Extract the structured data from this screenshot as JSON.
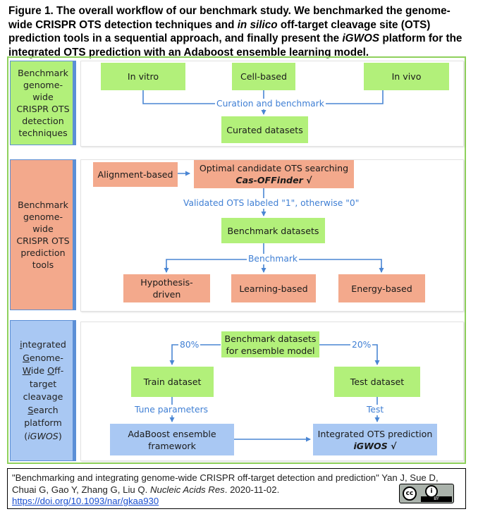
{
  "caption": {
    "part1": "Figure 1. The overall workflow of our benchmark study. We benchmarked the genome-wide CRISPR OTS detection techniques and ",
    "italic1": "in silico",
    "part2": " off-target cleavage site (OTS) prediction tools in a sequential approach, and finally present the ",
    "italic2": "iGWOS",
    "part3": " platform for the integrated OTS prediction with an Adaboost ensemble learning model."
  },
  "sections": {
    "detection": {
      "label": "Benchmark genome-wide CRISPR OTS detection techniques",
      "color": "#b2f07a"
    },
    "prediction": {
      "label": "Benchmark genome-wide CRISPR OTS prediction tools",
      "color": "#f3a98c"
    },
    "igwos": {
      "lines": [
        {
          "u": "i",
          "r": "ntegrated"
        },
        {
          "u": "G",
          "r": "enome-"
        },
        {
          "u": "W",
          "r": "ide ",
          "u2": "O",
          "r2": "ff-"
        },
        {
          "r": "target"
        },
        {
          "r": "cleavage"
        },
        {
          "u": "S",
          "r": "earch"
        },
        {
          "r": "platform"
        },
        {
          "r": "(",
          "it": "iGWOS",
          "r2": ")"
        }
      ],
      "color": "#a9c8f3"
    }
  },
  "nodes": {
    "in_vitro": "In vitro",
    "cell_based": "Cell-based",
    "in_vivo": "In vivo",
    "curated_datasets": "Curated datasets",
    "alignment_based": "Alignment-based",
    "ots_search_title": "Optimal candidate OTS searching",
    "ots_search_tool": "Cas-OFFinder √",
    "benchmark_datasets": "Benchmark datasets",
    "hypothesis_driven": "Hypothesis-driven",
    "learning_based": "Learning-based",
    "energy_based": "Energy-based",
    "ensemble_datasets": "Benchmark datasets for ensemble model",
    "train_dataset": "Train dataset",
    "test_dataset": "Test dataset",
    "adaboost": "AdaBoost ensemble framework",
    "integrated_title": "Integrated OTS prediction",
    "integrated_tool": "iGWOS √"
  },
  "edge_labels": {
    "curation": "Curation and benchmark",
    "validated": "Validated OTS labeled \"1\", otherwise \"0\"",
    "benchmark": "Benchmark",
    "split_train": "80%",
    "split_test": "20%",
    "tune": "Tune parameters",
    "test": "Test"
  },
  "citation": {
    "text": "\"Benchmarking and integrating genome-wide CRISPR off-target detection and prediction\" Yan J, Sue D, Chuai G, Gao Y, Zhang G, Liu Q. ",
    "journal": "Nucleic Acids Res",
    "date": ". 2020-11-02.",
    "doi": "https://doi.org/10.1093/nar/gkaa930"
  },
  "license": {
    "cc": "cc",
    "person": "i",
    "by": "BY"
  }
}
